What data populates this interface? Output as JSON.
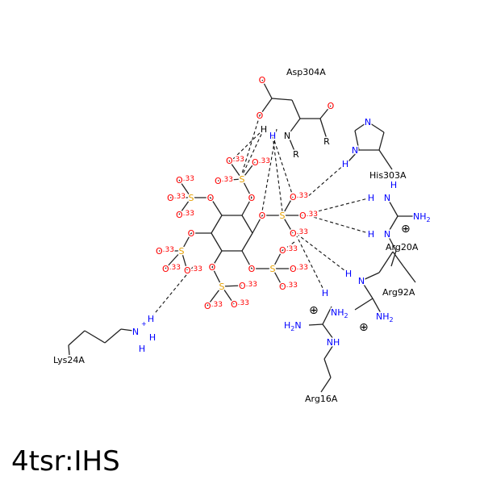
{
  "title": "4tsr:IHS",
  "ligand_partial_charge": ".33",
  "elements": {
    "O": "O",
    "S": "S",
    "N": "N",
    "H": "H",
    "R": "R",
    "NH2": "NH",
    "H2N": "H",
    "NH": "NH",
    "sub2": "2",
    "plus": "+"
  },
  "residues": {
    "asp304": "Asp304A",
    "his303": "His303A",
    "arg20": "Arg20A",
    "arg92": "Arg92A",
    "arg16": "Arg16A",
    "lys24": "Lys24A"
  },
  "charge_symbol": "⊕",
  "colors": {
    "O": "#ff0000",
    "S": "#e6a000",
    "N": "#0000ff",
    "C": "#000000"
  }
}
